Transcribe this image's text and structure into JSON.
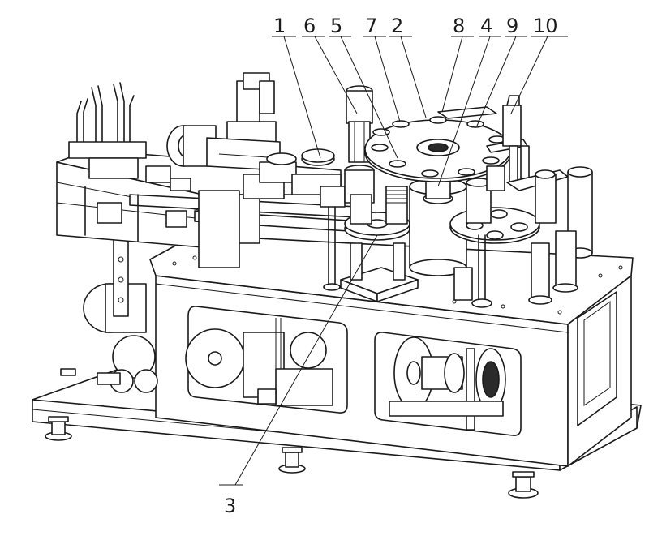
{
  "callouts": [
    {
      "id": "c1",
      "label": "1"
    },
    {
      "id": "c6",
      "label": "6"
    },
    {
      "id": "c5",
      "label": "5"
    },
    {
      "id": "c7",
      "label": "7"
    },
    {
      "id": "c2",
      "label": "2"
    },
    {
      "id": "c8",
      "label": "8"
    },
    {
      "id": "c4",
      "label": "4"
    },
    {
      "id": "c9",
      "label": "9"
    },
    {
      "id": "c10",
      "label": "10"
    },
    {
      "id": "c3",
      "label": "3"
    }
  ]
}
